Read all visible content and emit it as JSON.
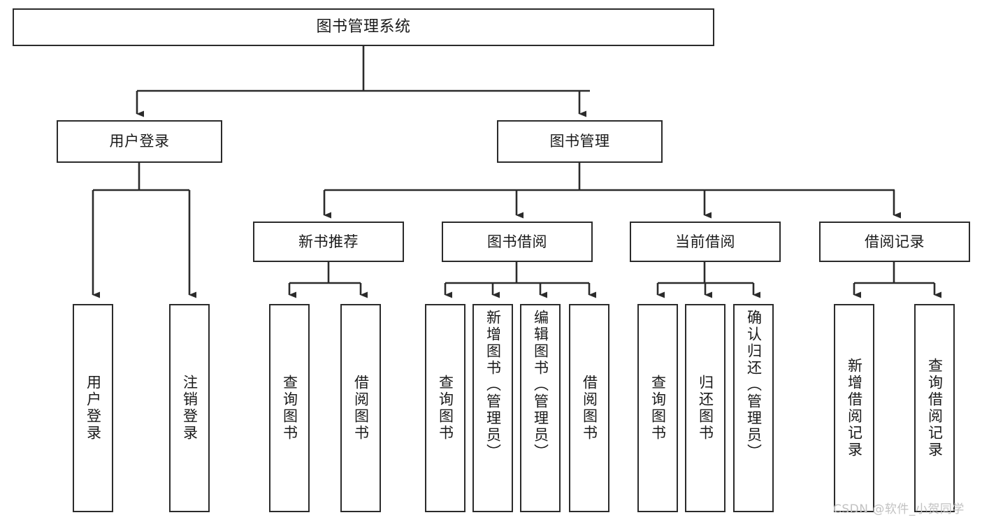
{
  "diagram": {
    "type": "tree",
    "title": "图书管理系统",
    "background_color": "#ffffff",
    "line_color": "#2b2b2b",
    "text_color": "#1a1a1a",
    "root": {
      "id": "root",
      "label": "图书管理系统"
    },
    "level2": [
      {
        "id": "user-login",
        "label": "用户登录"
      },
      {
        "id": "book-manage",
        "label": "图书管理"
      }
    ],
    "level3": [
      {
        "id": "new-book-recommend",
        "label": "新书推荐",
        "parent": "book-manage"
      },
      {
        "id": "book-borrow",
        "label": "图书借阅",
        "parent": "book-manage"
      },
      {
        "id": "current-borrow",
        "label": "当前借阅",
        "parent": "book-manage"
      },
      {
        "id": "borrow-record",
        "label": "借阅记录",
        "parent": "book-manage"
      }
    ],
    "leaves": [
      {
        "id": "leaf-user-login",
        "label": "用户登录",
        "parent": "user-login"
      },
      {
        "id": "leaf-user-logout",
        "label": "注销登录",
        "parent": "user-login"
      },
      {
        "id": "leaf-query-book-1",
        "label": "查询图书",
        "parent": "new-book-recommend"
      },
      {
        "id": "leaf-borrow-book-1",
        "label": "借阅图书",
        "parent": "new-book-recommend"
      },
      {
        "id": "leaf-query-book-2",
        "label": "查询图书",
        "parent": "book-borrow"
      },
      {
        "id": "leaf-add-book",
        "label": "新增图书（管理员）",
        "parent": "book-borrow"
      },
      {
        "id": "leaf-edit-book",
        "label": "编辑图书（管理员）",
        "parent": "book-borrow"
      },
      {
        "id": "leaf-borrow-book-2",
        "label": "借阅图书",
        "parent": "book-borrow"
      },
      {
        "id": "leaf-query-book-3",
        "label": "查询图书",
        "parent": "current-borrow"
      },
      {
        "id": "leaf-return-book",
        "label": "归还图书",
        "parent": "current-borrow"
      },
      {
        "id": "leaf-confirm-return",
        "label": "确认归还（管理员）",
        "parent": "current-borrow"
      },
      {
        "id": "leaf-add-record",
        "label": "新增借阅记录",
        "parent": "borrow-record"
      },
      {
        "id": "leaf-query-record",
        "label": "查询借阅记录",
        "parent": "borrow-record"
      }
    ],
    "watermark": "CSDN @软件_小贺同学"
  }
}
